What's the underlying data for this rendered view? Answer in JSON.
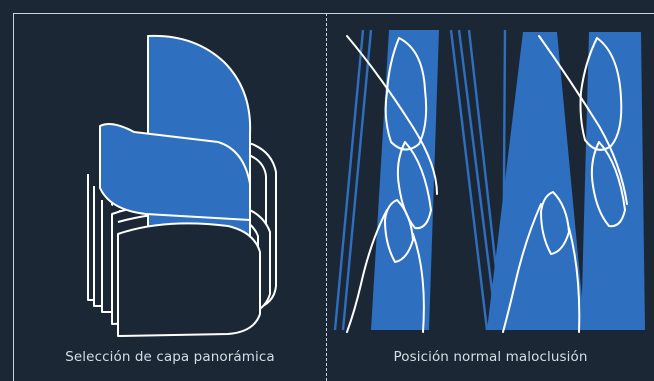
{
  "captions": {
    "left": "Selección de capa panorámica",
    "right": "Posición normal maloclusión"
  },
  "colors": {
    "background": "#1b2735",
    "accent_blue": "#2f6fbf",
    "line": "#ffffff",
    "divider": "#c9d2de"
  },
  "icons": {
    "left": "panoramic-layer-stack-icon",
    "right": "tooth-alignment-illustration"
  }
}
